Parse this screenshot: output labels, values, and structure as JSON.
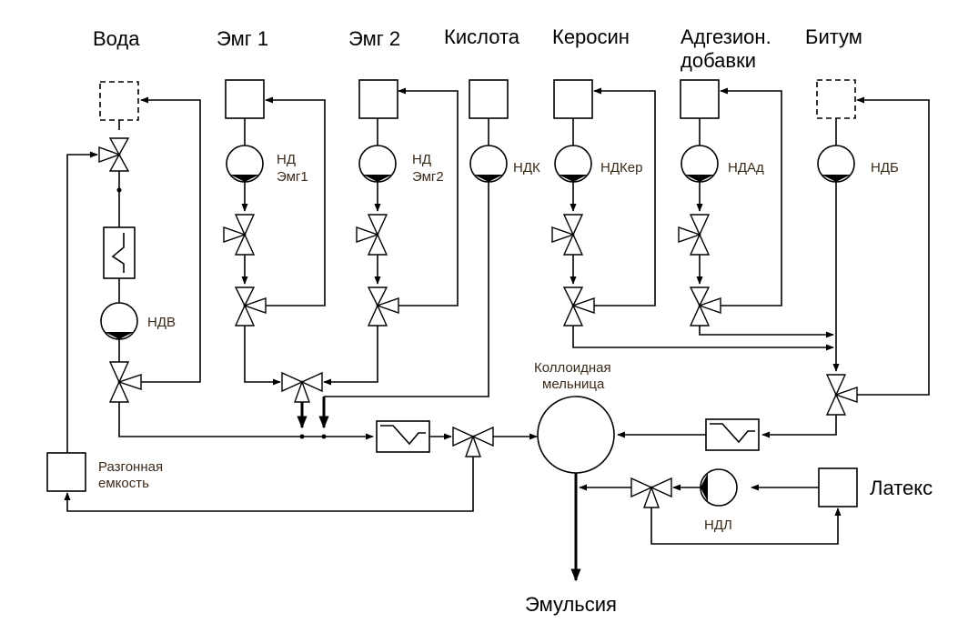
{
  "diagram": {
    "sources": {
      "water": "Вода",
      "emg1": "Эмг 1",
      "emg2": "Эмг 2",
      "acid": "Кислота",
      "kerosene": "Керосин",
      "additives_line1": "Адгезион.",
      "additives_line2": "добавки",
      "bitumen": "Битум"
    },
    "pumps": {
      "water": "НДВ",
      "emg1_line1": "НД",
      "emg1_line2": "Эмг1",
      "emg2_line1": "НД",
      "emg2_line2": "Эмг2",
      "acid": "НДК",
      "kerosene": "НДКер",
      "additives": "НДАд",
      "bitumen": "НДБ",
      "latex": "НДЛ"
    },
    "mill_line1": "Коллоидная",
    "mill_line2": "мельница",
    "buffer_line1": "Разгонная",
    "buffer_line2": "емкость",
    "latex": "Латекс",
    "output": "Эмульсия"
  }
}
